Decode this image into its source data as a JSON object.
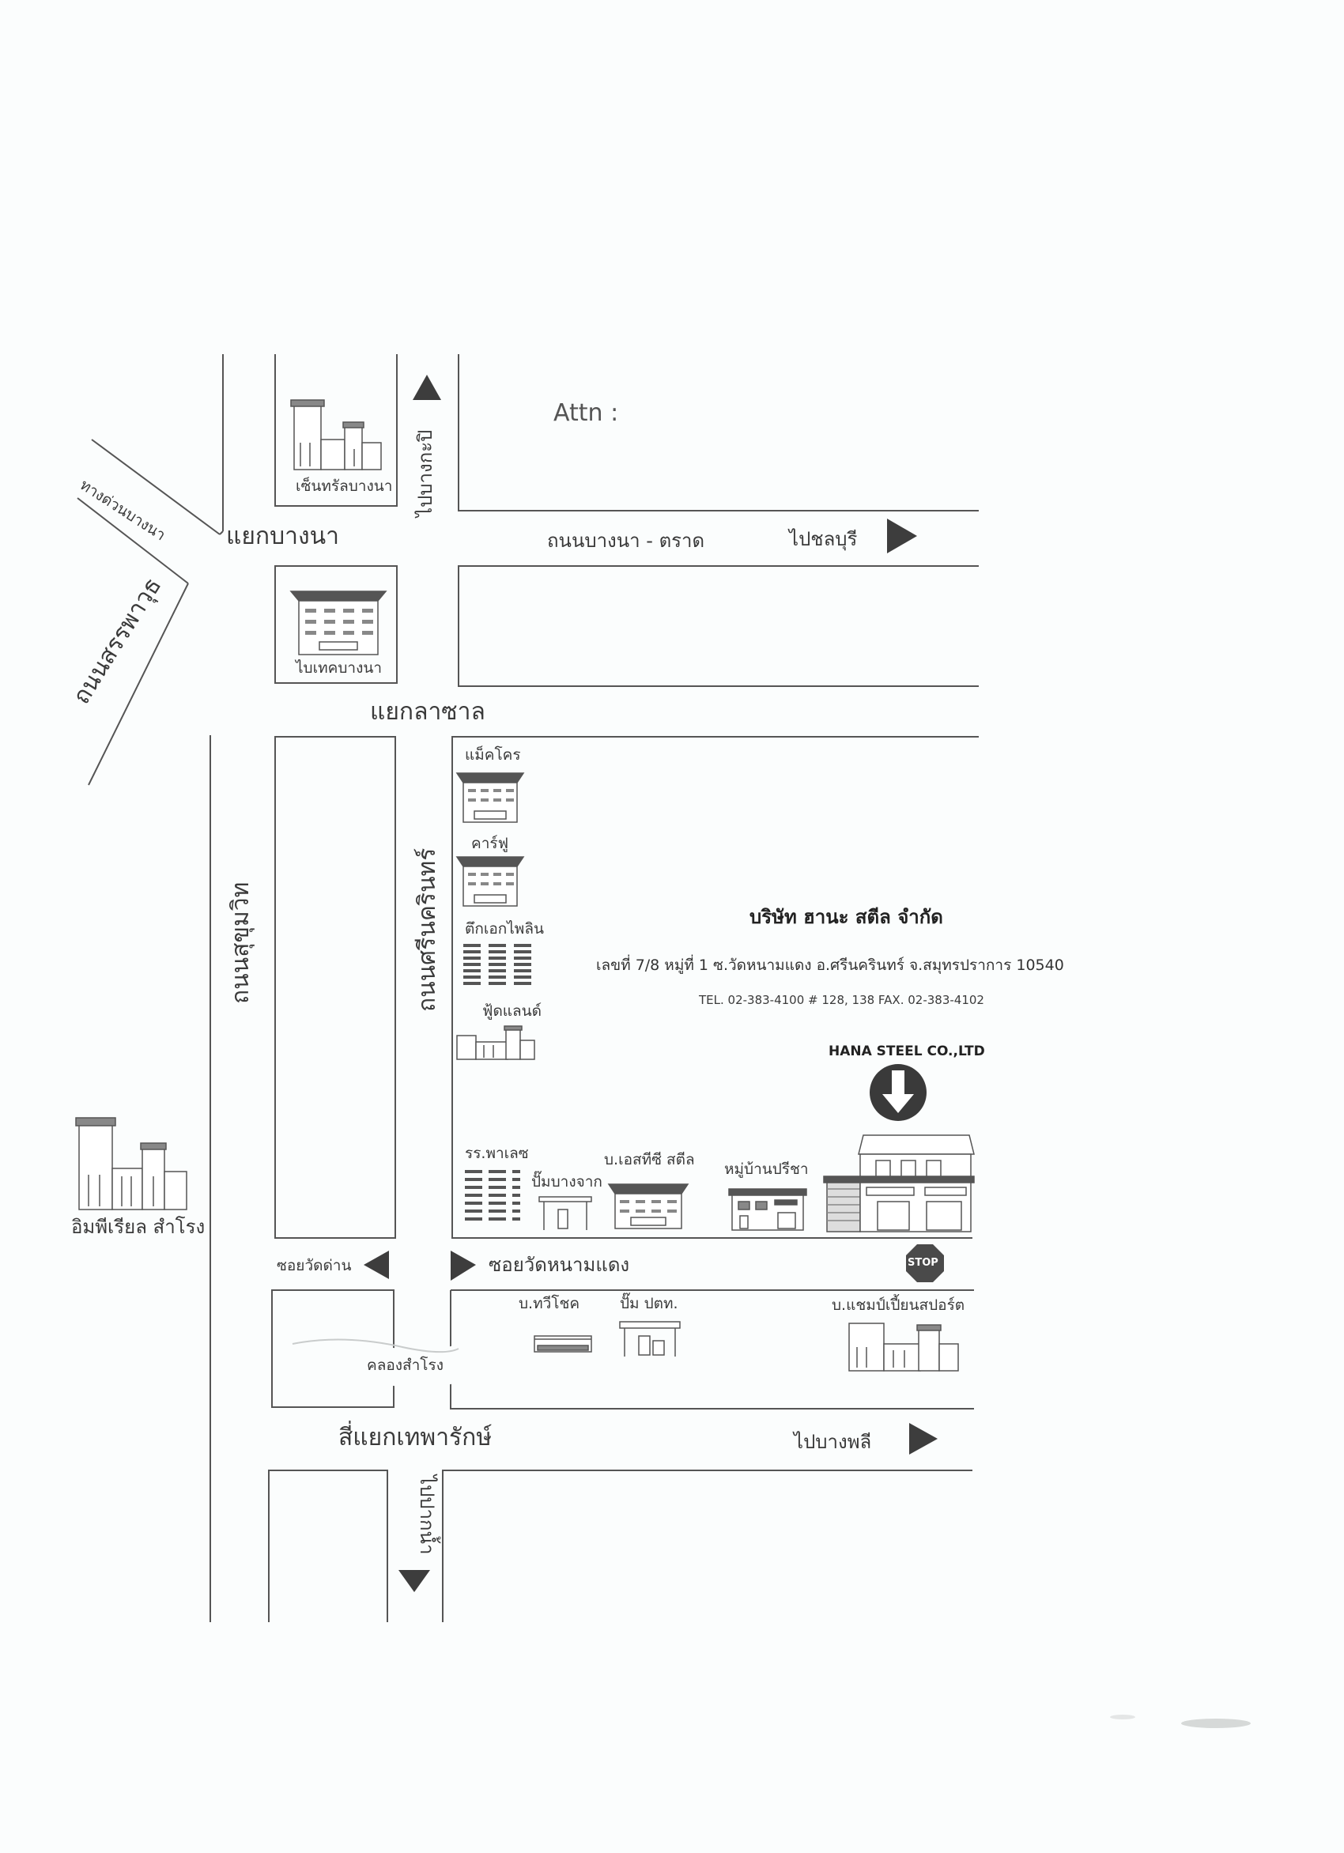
{
  "attn": "Attn :",
  "roads": {
    "bangna_trad": "ถนนบางนา - ตราด",
    "srinakarin": "ถนนศรีนครินทร์",
    "sukhumvit": "ถนนสุขุมวิท",
    "sanphawut": "ถนนสรรพาวุธ",
    "expressway": "ทางด่วนบางนา",
    "soi_wat_dan": "ซอยวัดด่าน",
    "soi_wat_nam_daeng": "ซอยวัดหนามแดง",
    "canal": "คลองสำโรง"
  },
  "intersections": {
    "bangna": "แยกบางนา",
    "lasalle": "แยกลาซาล",
    "thepharak": "สี่แยกเทพารักษ์"
  },
  "directions": {
    "to_bangkapi": "ไปบางกะปิ",
    "to_chonburi": "ไปชลบุรี",
    "to_bangphli": "ไปบางพลี",
    "to_paknam": "ไปปากน้ำ"
  },
  "landmarks": {
    "central_bangna": "เซ็นทรัลบางนา",
    "bitec": "ไบเทคบางนา",
    "makro": "แม็คโคร",
    "carrefour": "คาร์ฟู",
    "ek_phailin": "ตึกเอกไพลิน",
    "foodland": "ฟู้ดแลนด์",
    "imperial": "อิมพีเรียล สำโรง",
    "school": "รร.พาเลซ",
    "pump_bangchak": "ปั๊มบางจาก",
    "sts_steel": "บ.เอสทีซี สตีล",
    "preecha_village": "หมู่บ้านปรีชา",
    "thawichok": "บ.ทวีโชค",
    "ptt": "ปั๊ม ปตท.",
    "champion_sport": "บ.แชมป์เปี้ยนสปอร์ต",
    "stop_sign": "STOP"
  },
  "company": {
    "name_th": "บริษัท ฮานะ สตีล จำกัด",
    "address": "เลขที่ 7/8 หมู่ที่ 1 ซ.วัดหนามแดง อ.ศรีนครินทร์ จ.สมุทรปราการ 10540",
    "contact": "TEL. 02-383-4100 # 128, 138  FAX. 02-383-4102",
    "name_en": "HANA STEEL CO.,LTD"
  }
}
